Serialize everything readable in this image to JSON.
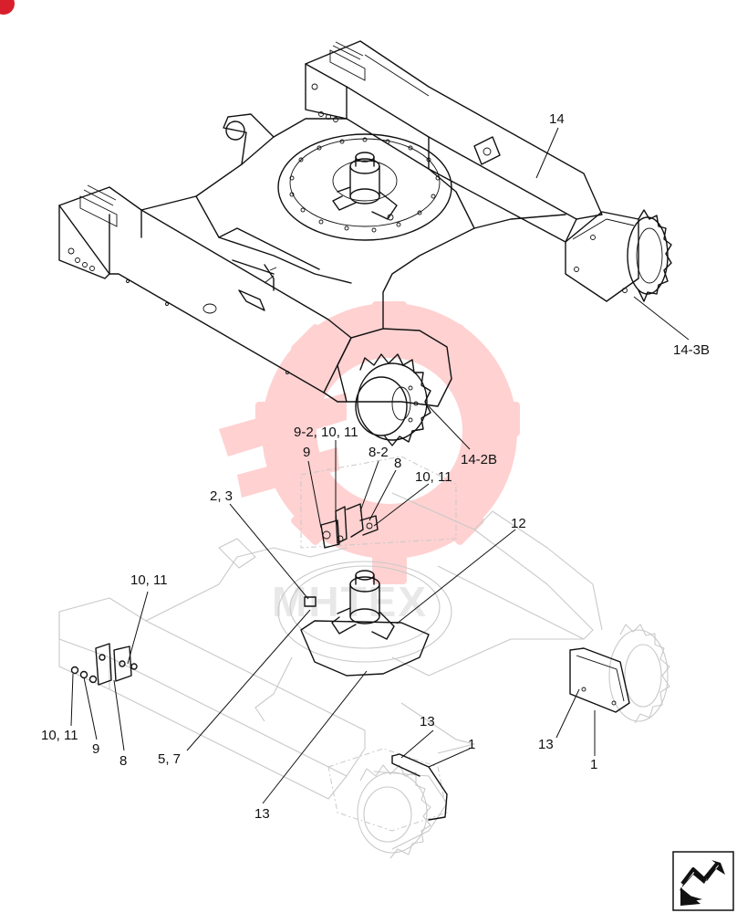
{
  "watermark": {
    "text": "MHTEX",
    "color": "#ff9a9a"
  },
  "callouts": {
    "c14": "14",
    "c14_3b": "14-3B",
    "c14_2b": "14-2B",
    "c9_2": "9-2, 10, 11",
    "c9_top": "9",
    "c8_2": "8-2",
    "c8_top": "8",
    "c10_11_top": "10, 11",
    "c2_3": "2, 3",
    "c12": "12",
    "c10_11_left_top": "10, 11",
    "c10_11_left_bot": "10, 11",
    "c9_left": "9",
    "c8_left": "8",
    "c5_7": "5, 7",
    "c13_bottom": "13",
    "c13_mid": "13",
    "c1_mid": "1",
    "c13_right": "13",
    "c1_right": "1"
  },
  "nav_icon": "next-page-arrow-icon",
  "corner_marker": "red-corner-marker"
}
